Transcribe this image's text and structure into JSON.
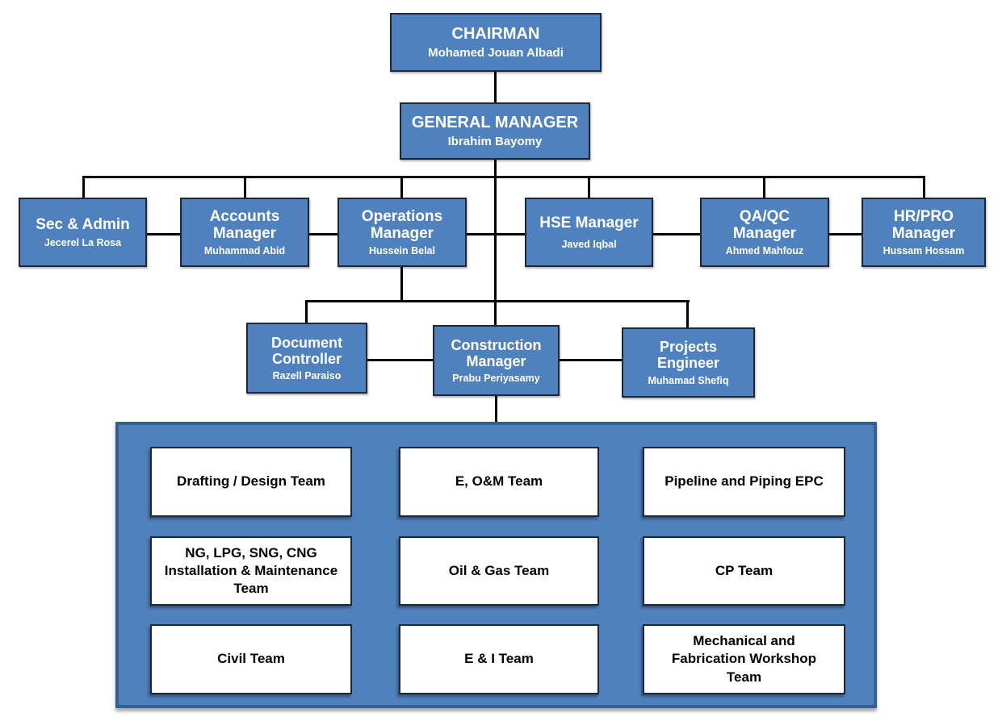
{
  "nodes": {
    "chairman": {
      "title": "CHAIRMAN",
      "name": "Mohamed Jouan Albadi"
    },
    "general_manager": {
      "title": "GENERAL MANAGER",
      "name": "Ibrahim Bayomy"
    },
    "managers": [
      {
        "title": "Sec & Admin",
        "name": "Jecerel La Rosa"
      },
      {
        "title": "Accounts\nManager",
        "name": "Muhammad Abid"
      },
      {
        "title": "Operations\nManager",
        "name": "Hussein Belal"
      },
      {
        "title": "HSE Manager",
        "name": "Javed Iqbal"
      },
      {
        "title": "QA/QC\nManager",
        "name": "Ahmed Mahfouz"
      },
      {
        "title": "HR/PRO\nManager",
        "name": "Hussam Hossam"
      }
    ],
    "mid_level": [
      {
        "title": "Document\nController",
        "name": "Razell Paraiso"
      },
      {
        "title": "Construction\nManager",
        "name": "Prabu Periyasamy"
      },
      {
        "title": "Projects\nEngineer",
        "name": "Muhamad Shefiq"
      }
    ],
    "teams": [
      "Drafting / Design Team",
      "E, O&M Team",
      "Pipeline and Piping EPC",
      "NG, LPG, SNG, CNG\nInstallation & Maintenance\nTeam",
      "Oil & Gas Team",
      "CP Team",
      "Civil Team",
      "E & I Team",
      "Mechanical and\nFabrication Workshop\nTeam"
    ]
  },
  "colors": {
    "node_fill": "#4E81BD",
    "node_border": "#1C2833",
    "node_text": "#FFFFFF",
    "connector": "#000000",
    "container_fill": "#4F81BD",
    "container_border": "#365F91",
    "team_fill": "#FFFFFF",
    "team_border": "#1C2833",
    "team_text": "#000000"
  }
}
